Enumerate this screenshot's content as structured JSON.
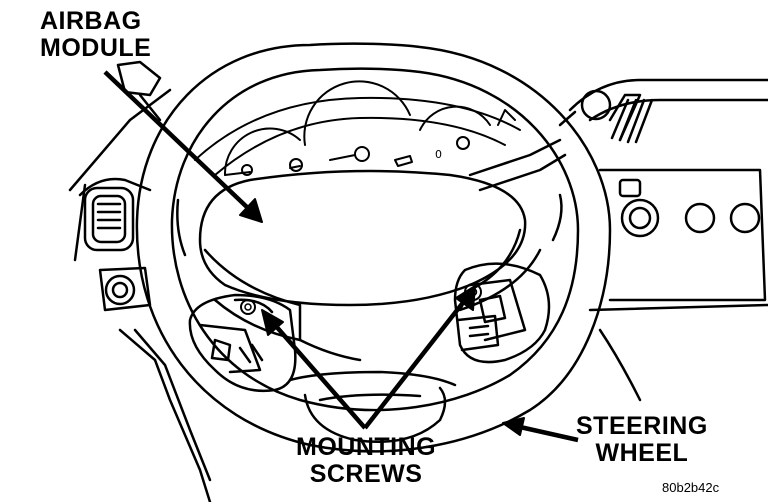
{
  "labels": {
    "airbag": [
      "AIRBAG",
      "MODULE"
    ],
    "mounting": [
      "MOUNTING",
      "SCREWS"
    ],
    "steering": [
      "STEERING",
      "WHEEL"
    ]
  },
  "figure_code": "80b2b42c",
  "colors": {
    "ink": "#000000",
    "paper": "#ffffff"
  }
}
